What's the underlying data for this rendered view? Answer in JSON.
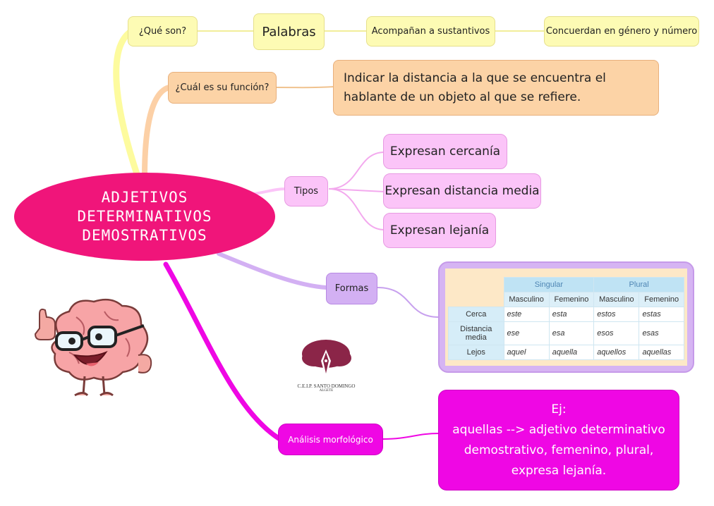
{
  "root": {
    "lines": [
      "ADJETIVOS",
      "DETERMINATIVOS",
      "DEMOSTRATIVOS"
    ]
  },
  "que_son": {
    "label": "¿Qué son?",
    "chain": [
      "Palabras",
      "Acompañan a sustantivos",
      "Concuerdan en género y número"
    ]
  },
  "funcion": {
    "label": "¿Cuál es su función?",
    "text": "Indicar la distancia a la que se encuentra el hablante de un objeto al que se refiere."
  },
  "tipos": {
    "label": "Tipos",
    "items": [
      "Expresan cercanía",
      "Expresan distancia media",
      "Expresan lejanía"
    ]
  },
  "formas": {
    "label": "Formas",
    "table": {
      "groups": [
        "Singular",
        "Plural"
      ],
      "genders": [
        "Masculino",
        "Femenino",
        "Masculino",
        "Femenino"
      ],
      "rows": [
        {
          "label": "Cerca",
          "values": [
            "este",
            "esta",
            "estos",
            "estas"
          ]
        },
        {
          "label": "Distancia media",
          "values": [
            "ese",
            "esa",
            "esos",
            "esas"
          ]
        },
        {
          "label": "Lejos",
          "values": [
            "aquel",
            "aquella",
            "aquellos",
            "aquellas"
          ]
        }
      ]
    }
  },
  "analisis": {
    "label": "Análisis morfológico",
    "title": "Ej:",
    "text": "aquellas --> adjetivo determinativo demostrativo, femenino, plural, expresa lejanía."
  },
  "school_logo": {
    "name": "C.E.I.P. SANTO DOMINGO",
    "place": "ALGETE",
    "icon": "tree-pen-logo-icon"
  },
  "mascot": {
    "icon": "brain-thumbs-up-icon"
  },
  "colors": {
    "root": "#f0157a",
    "yellow": "#fdfbb4",
    "orange": "#fcd3a6",
    "pink": "#fbc4f8",
    "lilac": "#d3b0f3",
    "magenta": "#ef07e4"
  }
}
